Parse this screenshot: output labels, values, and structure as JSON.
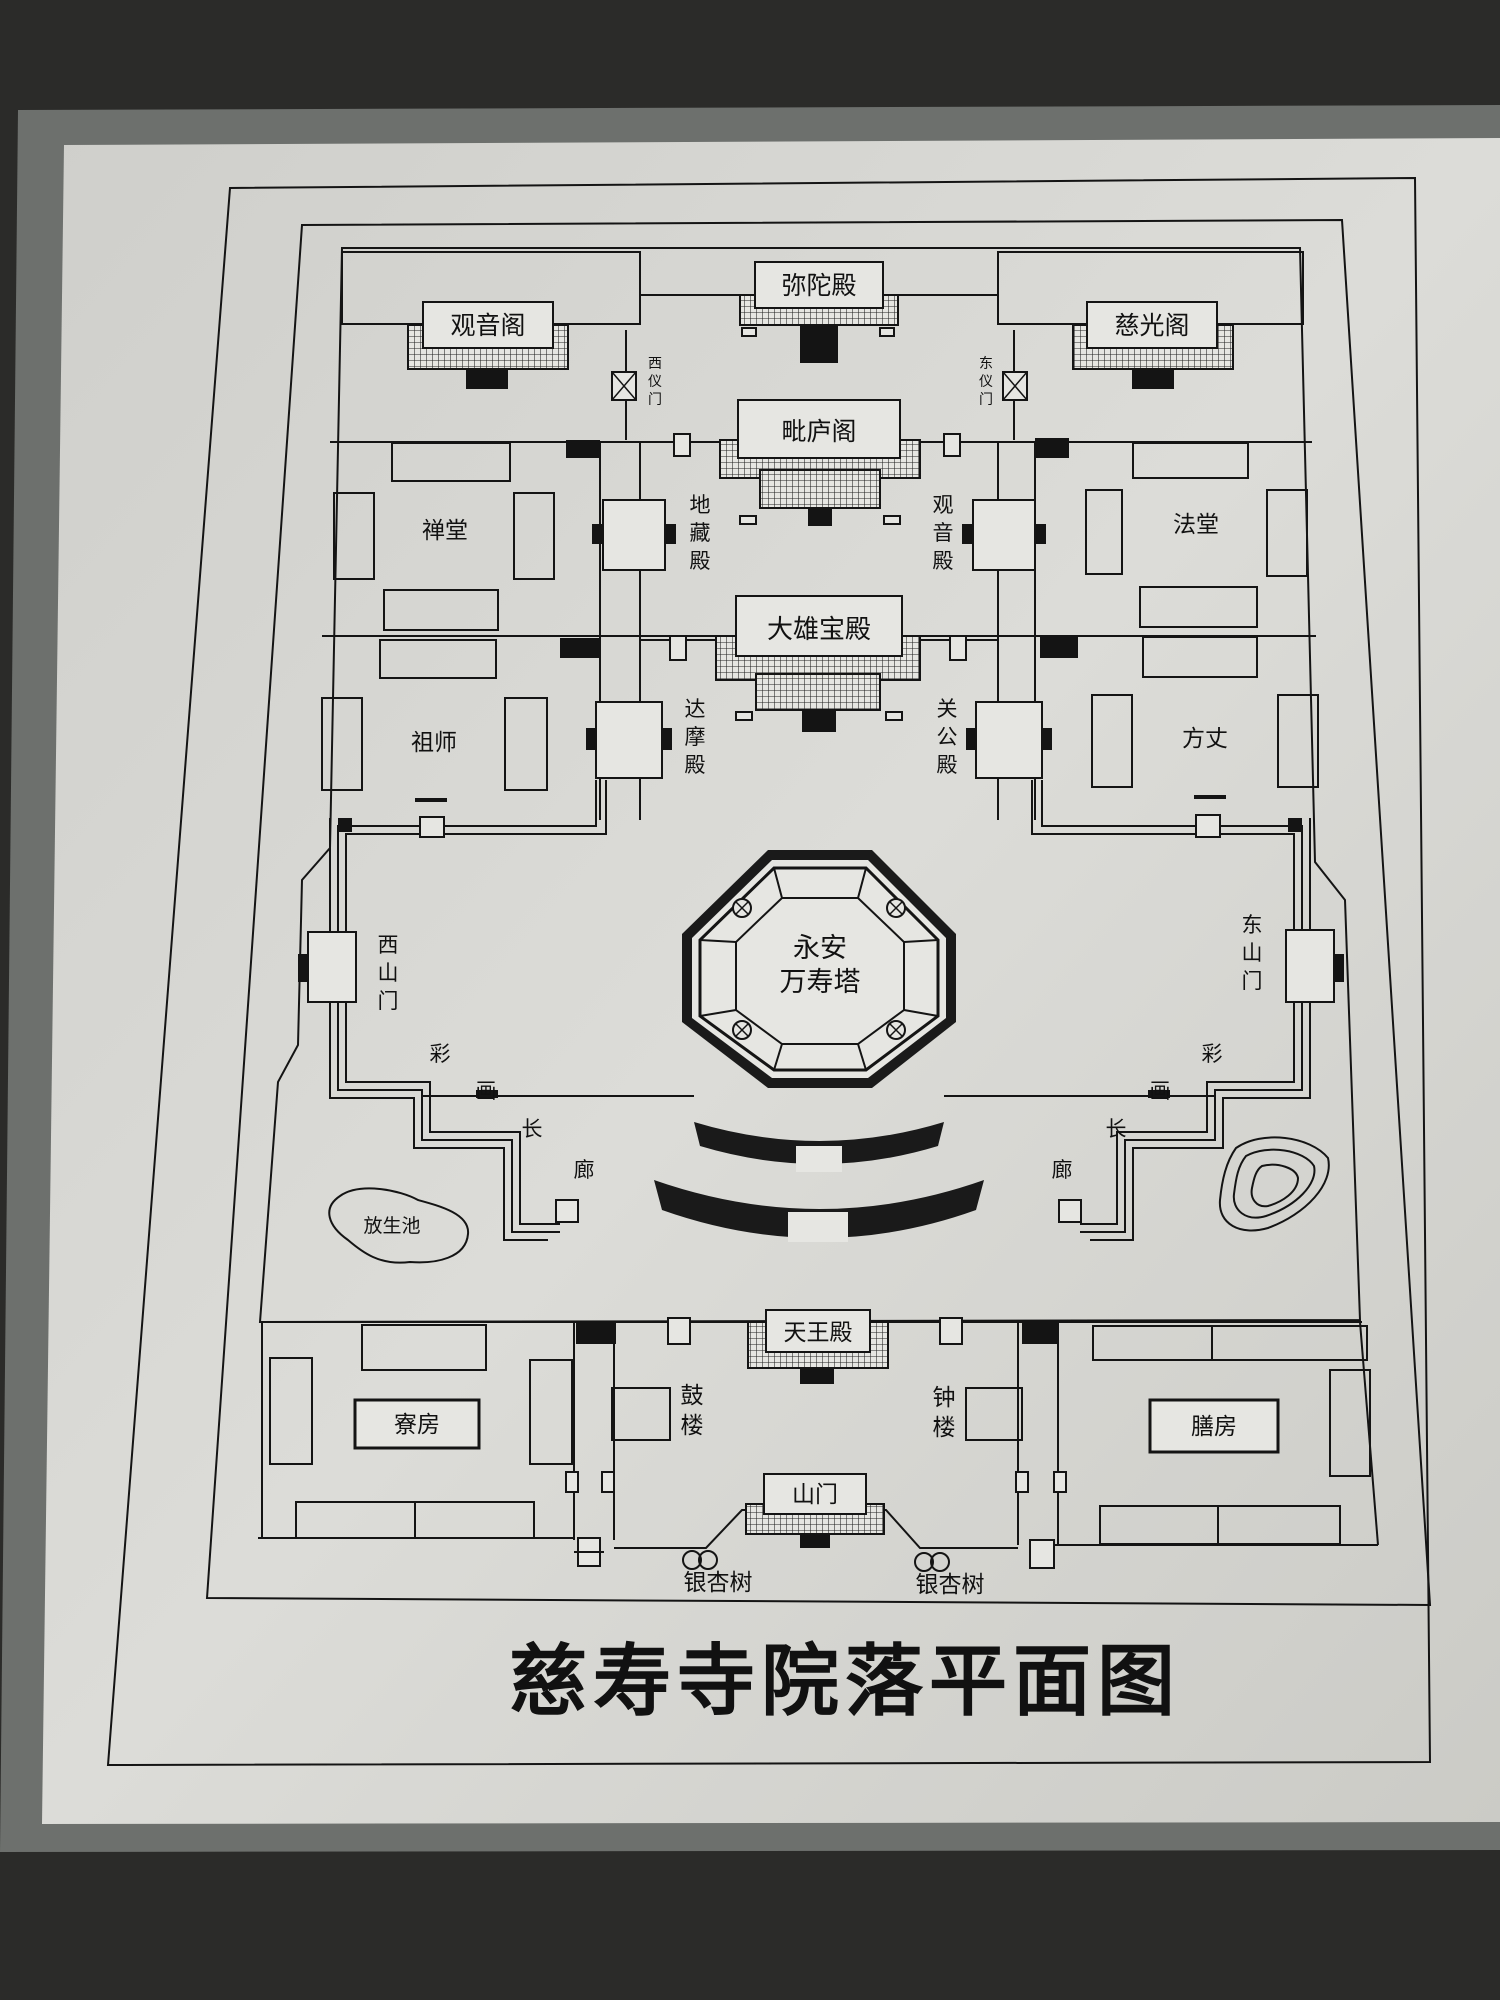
{
  "title": "慈寿寺院落平面图",
  "colors": {
    "ink": "#141414",
    "plate": "#d6d6d1",
    "frame": "#6d706d",
    "bg": "#2b2b29"
  },
  "labels": {
    "mituo": "弥陀殿",
    "guanyinge": "观音阁",
    "ciguang": "慈光阁",
    "xiyi": "西仪门",
    "dongyi": "东仪门",
    "pilu": "毗庐阁",
    "chantang": "禅堂",
    "fatang": "法堂",
    "dizang": "地藏殿",
    "guanyindian": "观音殿",
    "daxiong": "大雄宝殿",
    "zushi": "祖师",
    "fangzhang": "方丈",
    "damo": "达摩殿",
    "guangong": "关公殿",
    "pagoda_1": "永安",
    "pagoda_2": "万寿塔",
    "xishan": "西山门",
    "dongshan": "东山门",
    "corridor": "彩画长廊",
    "fangsheng": "放生池",
    "tianwang": "天王殿",
    "gulou": "鼓楼",
    "zhonglou": "钟楼",
    "liaofang": "寮房",
    "shanfang": "膳房",
    "shanmen": "山门",
    "ginkgo_w": "银杏树",
    "ginkgo_e": "银杏树"
  }
}
